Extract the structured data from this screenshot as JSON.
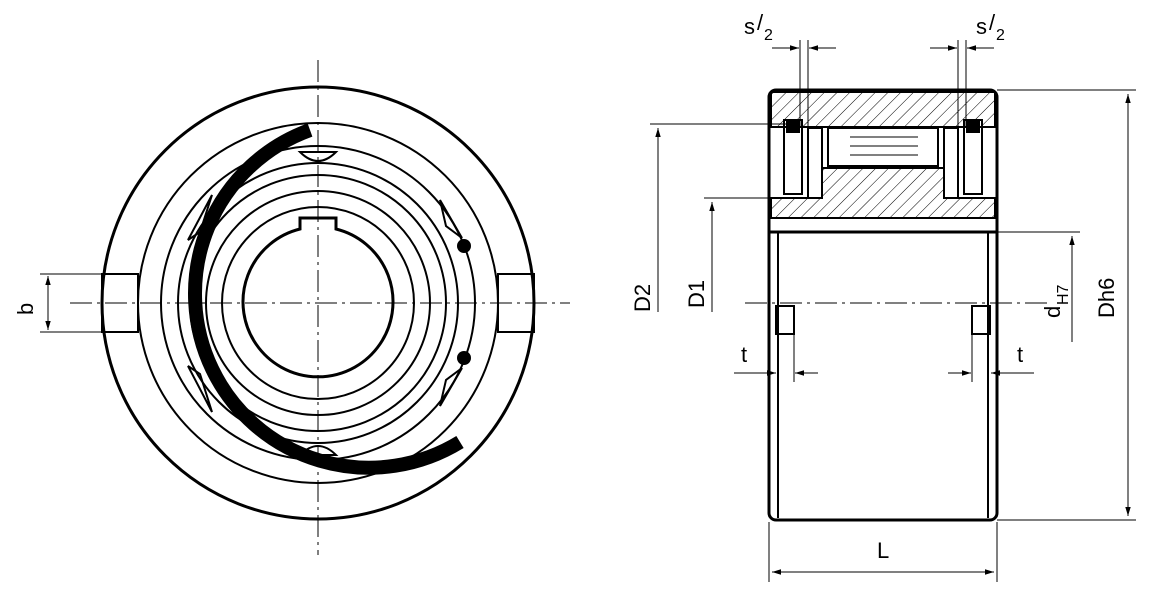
{
  "labels": {
    "b": "b",
    "s2_left_s": "s",
    "s2_left_slash": "/",
    "s2_left_2": "2",
    "s2_right_s": "s",
    "s2_right_slash": "/",
    "s2_right_2": "2",
    "D2": "D2",
    "D1": "D1",
    "d": "d",
    "H7": "H7",
    "Dh6": "Dh6",
    "t_left": "t",
    "t_right": "t",
    "L": "L"
  },
  "colors": {
    "line": "#000000",
    "background": "#ffffff"
  }
}
